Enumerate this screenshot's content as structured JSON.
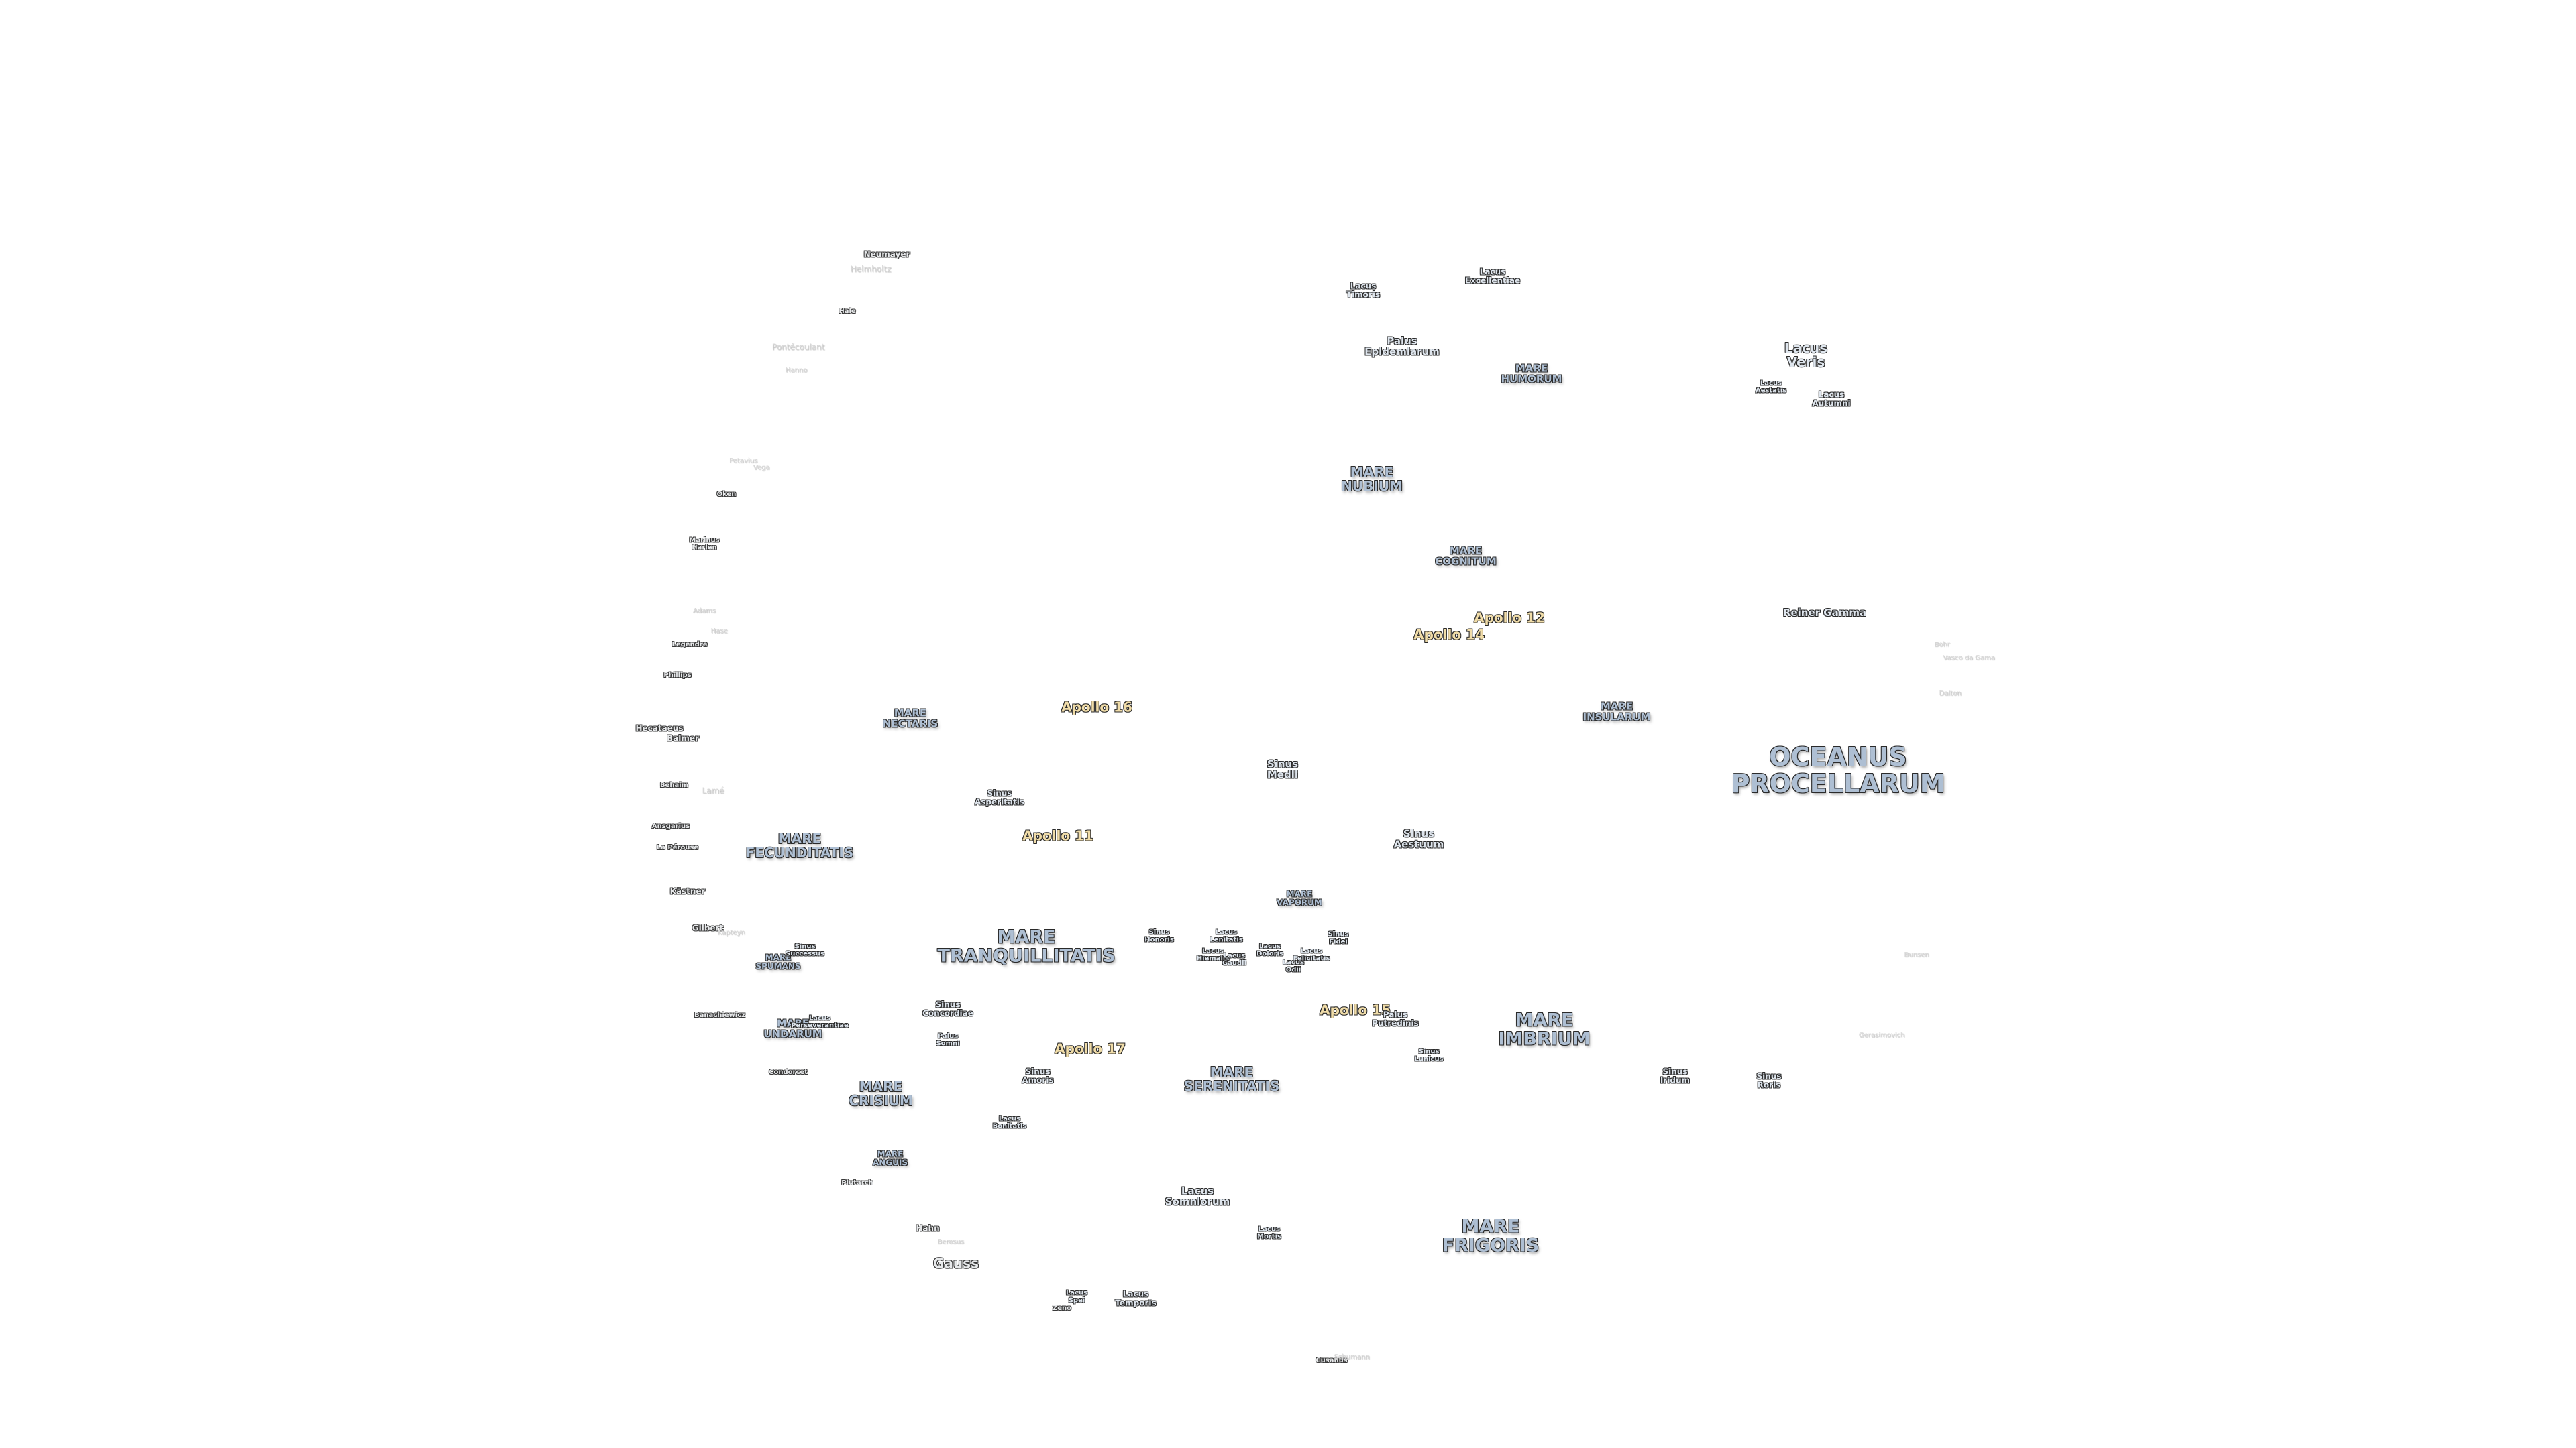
{
  "labels": [
    {
      "id": "oceanus-procellarum",
      "text": "OCEANUS\nPROCELLARUM",
      "kind": "mare",
      "size": "xl"
    },
    {
      "id": "mare-frigoris",
      "text": "MARE\nFRIGORIS",
      "kind": "mare",
      "size": "l"
    },
    {
      "id": "mare-imbrium",
      "text": "MARE\nIMBRIUM",
      "kind": "mare",
      "size": "l"
    },
    {
      "id": "mare-tranquillitatis",
      "text": "MARE\nTRANQUILLITATIS",
      "kind": "mare",
      "size": "l"
    },
    {
      "id": "mare-serenitatis",
      "text": "MARE\nSERENITATIS",
      "kind": "mare",
      "size": "m"
    },
    {
      "id": "mare-crisium",
      "text": "MARE\nCRISIUM",
      "kind": "mare",
      "size": "m"
    },
    {
      "id": "mare-fecunditatis",
      "text": "MARE\nFECUNDITATIS",
      "kind": "mare",
      "size": "m"
    },
    {
      "id": "mare-nubium",
      "text": "MARE\nNUBIUM",
      "kind": "mare",
      "size": "m"
    },
    {
      "id": "mare-humorum",
      "text": "MARE\nHUMORUM",
      "kind": "mare",
      "size": "s"
    },
    {
      "id": "mare-cognitum",
      "text": "MARE\nCOGNITUM",
      "kind": "mare",
      "size": "s"
    },
    {
      "id": "mare-insularum",
      "text": "MARE\nINSULARUM",
      "kind": "mare",
      "size": "s"
    },
    {
      "id": "mare-nectaris",
      "text": "MARE\nNECTARIS",
      "kind": "mare",
      "size": "s"
    },
    {
      "id": "mare-vaporum",
      "text": "MARE\nVAPORUM",
      "kind": "mare",
      "size": "xs"
    },
    {
      "id": "mare-spumans",
      "text": "MARE\nSPUMANS",
      "kind": "mare",
      "size": "xs"
    },
    {
      "id": "mare-undarum",
      "text": "MARE\nUNDARUM",
      "kind": "mare",
      "size": "s"
    },
    {
      "id": "mare-anguis",
      "text": "MARE\nANGUIS",
      "kind": "mare",
      "size": "xs"
    },
    {
      "id": "apollo-11",
      "text": "Apollo 11",
      "kind": "apollo",
      "size": "m"
    },
    {
      "id": "apollo-12",
      "text": "Apollo 12",
      "kind": "apollo",
      "size": "m"
    },
    {
      "id": "apollo-14",
      "text": "Apollo 14",
      "kind": "apollo",
      "size": "m"
    },
    {
      "id": "apollo-15",
      "text": "Apollo 15",
      "kind": "apollo",
      "size": "m"
    },
    {
      "id": "apollo-16",
      "text": "Apollo 16",
      "kind": "apollo",
      "size": "m"
    },
    {
      "id": "apollo-17",
      "text": "Apollo 17",
      "kind": "apollo",
      "size": "m"
    },
    {
      "id": "lacus-timoris",
      "text": "Lacus\nTimoris",
      "kind": "minor",
      "size": "xs"
    },
    {
      "id": "lacus-excellentiae",
      "text": "Lacus\nExcellentiae",
      "kind": "minor",
      "size": "xs"
    },
    {
      "id": "palus-epidemiarum",
      "text": "Palus\nEpidemiarum",
      "kind": "minor",
      "size": "s"
    },
    {
      "id": "lacus-veris",
      "text": "Lacus\nVeris",
      "kind": "minor",
      "size": "m"
    },
    {
      "id": "lacus-autumni",
      "text": "Lacus\nAutumni",
      "kind": "minor",
      "size": "xs"
    },
    {
      "id": "lacus-aestatis",
      "text": "Lacus\nAestatis",
      "kind": "minor",
      "size": "xxs"
    },
    {
      "id": "reiner-gamma",
      "text": "Reiner Gamma",
      "kind": "minor",
      "size": "s"
    },
    {
      "id": "sinus-medii",
      "text": "Sinus\nMedii",
      "kind": "minor",
      "size": "s"
    },
    {
      "id": "sinus-aestuum",
      "text": "Sinus\nAestuum",
      "kind": "minor",
      "size": "s"
    },
    {
      "id": "sinus-asperitatis",
      "text": "Sinus\nAsperitatis",
      "kind": "minor",
      "size": "xs"
    },
    {
      "id": "sinus-honoris",
      "text": "Sinus\nHonoris",
      "kind": "minor",
      "size": "xxs"
    },
    {
      "id": "lacus-lenitatis",
      "text": "Lacus\nLenitatis",
      "kind": "minor",
      "size": "xxs"
    },
    {
      "id": "lacus-hiemalis",
      "text": "Lacus\nHiemalis",
      "kind": "minor",
      "size": "xxs"
    },
    {
      "id": "lacus-doloris",
      "text": "Lacus\nDoloris",
      "kind": "minor",
      "size": "xxs"
    },
    {
      "id": "lacus-gaudii",
      "text": "Lacus\nGaudii",
      "kind": "minor",
      "size": "xxs"
    },
    {
      "id": "lacus-odii",
      "text": "Lacus\nOdii",
      "kind": "minor",
      "size": "xxs"
    },
    {
      "id": "lacus-felicitatis",
      "text": "Lacus\nFelicitatis",
      "kind": "minor",
      "size": "xxs"
    },
    {
      "id": "sinus-fidei",
      "text": "Sinus\nFidei",
      "kind": "minor",
      "size": "xxs"
    },
    {
      "id": "sinus-successus",
      "text": "Sinus\nSuccessus",
      "kind": "minor",
      "size": "xxs"
    },
    {
      "id": "sinus-concordiae",
      "text": "Sinus\nConcordiae",
      "kind": "minor",
      "size": "xs"
    },
    {
      "id": "lacus-perseverantiae",
      "text": "Lacus\nPerseverantiae",
      "kind": "minor",
      "size": "xxs"
    },
    {
      "id": "palus-somni",
      "text": "Palus\nSomni",
      "kind": "minor",
      "size": "xxs"
    },
    {
      "id": "sinus-amoris",
      "text": "Sinus\nAmoris",
      "kind": "minor",
      "size": "xs"
    },
    {
      "id": "lacus-bonitatis",
      "text": "Lacus\nBonitatis",
      "kind": "minor",
      "size": "xxs"
    },
    {
      "id": "sinus-lunicus",
      "text": "Sinus\nLunicus",
      "kind": "minor",
      "size": "xxs"
    },
    {
      "id": "palus-putredinis",
      "text": "Palus\nPutredinis",
      "kind": "minor",
      "size": "xs"
    },
    {
      "id": "sinus-iridum",
      "text": "Sinus\nIridum",
      "kind": "minor",
      "size": "xs"
    },
    {
      "id": "sinus-roris",
      "text": "Sinus\nRoris",
      "kind": "minor",
      "size": "xs"
    },
    {
      "id": "lacus-somniorum",
      "text": "Lacus\nSomniorum",
      "kind": "minor",
      "size": "s"
    },
    {
      "id": "lacus-mortis",
      "text": "Lacus\nMortis",
      "kind": "minor",
      "size": "xxs"
    },
    {
      "id": "lacus-temporis",
      "text": "Lacus\nTemporis",
      "kind": "minor",
      "size": "xs"
    },
    {
      "id": "lacus-spei",
      "text": "Lacus\nSpei",
      "kind": "minor",
      "size": "xxs"
    },
    {
      "id": "neumayer",
      "text": "Neumayer",
      "kind": "crater",
      "size": "xs"
    },
    {
      "id": "helmholtz",
      "text": "Helmholtz",
      "kind": "faint",
      "size": "xs"
    },
    {
      "id": "hale",
      "text": "Hale",
      "kind": "crater",
      "size": "xxs"
    },
    {
      "id": "pontecoulant",
      "text": "Pontécoulant",
      "kind": "faint",
      "size": "xs"
    },
    {
      "id": "hanno",
      "text": "Hanno",
      "kind": "faint",
      "size": "xxs"
    },
    {
      "id": "petavius",
      "text": "Petavius",
      "kind": "faint",
      "size": "xxs"
    },
    {
      "id": "vega",
      "text": "Vega",
      "kind": "faint",
      "size": "xxs"
    },
    {
      "id": "oken",
      "text": "Oken",
      "kind": "crater",
      "size": "xxs"
    },
    {
      "id": "marinus",
      "text": "Marinus\nHarlen",
      "kind": "crater",
      "size": "xxs"
    },
    {
      "id": "adams",
      "text": "Adams",
      "kind": "faint",
      "size": "xxs"
    },
    {
      "id": "hase",
      "text": "Hase",
      "kind": "faint",
      "size": "xxs"
    },
    {
      "id": "legendre",
      "text": "Legendre",
      "kind": "crater",
      "size": "xxs"
    },
    {
      "id": "phillips",
      "text": "Phillips",
      "kind": "crater",
      "size": "xxs"
    },
    {
      "id": "hecataeus",
      "text": "Hecataeus",
      "kind": "crater",
      "size": "xs"
    },
    {
      "id": "balmer",
      "text": "Balmer",
      "kind": "crater",
      "size": "xs"
    },
    {
      "id": "behaim",
      "text": "Behaim",
      "kind": "crater",
      "size": "xxs"
    },
    {
      "id": "lame",
      "text": "Lamé",
      "kind": "faint",
      "size": "xs"
    },
    {
      "id": "ansgarius",
      "text": "Ansgarius",
      "kind": "crater",
      "size": "xxs"
    },
    {
      "id": "la-perouse",
      "text": "La Pérouse",
      "kind": "crater",
      "size": "xxs"
    },
    {
      "id": "kastner",
      "text": "Kästner",
      "kind": "crater",
      "size": "xs"
    },
    {
      "id": "gilbert",
      "text": "Gilbert",
      "kind": "crater",
      "size": "xs"
    },
    {
      "id": "kapteyn",
      "text": "Kapteyn",
      "kind": "faint",
      "size": "xxs"
    },
    {
      "id": "banachiewicz",
      "text": "Banachiewicz",
      "kind": "crater",
      "size": "xxs"
    },
    {
      "id": "condorcet",
      "text": "Condorcet",
      "kind": "crater",
      "size": "xxs"
    },
    {
      "id": "plutarch",
      "text": "Plutarch",
      "kind": "crater",
      "size": "xxs"
    },
    {
      "id": "hahn",
      "text": "Hahn",
      "kind": "crater",
      "size": "xs"
    },
    {
      "id": "berosus",
      "text": "Berosus",
      "kind": "faint",
      "size": "xxs"
    },
    {
      "id": "gauss",
      "text": "Gauss",
      "kind": "crater",
      "size": "m"
    },
    {
      "id": "zeno",
      "text": "Zeno",
      "kind": "crater",
      "size": "xxs"
    },
    {
      "id": "cusanus",
      "text": "Cusanus",
      "kind": "crater",
      "size": "xxs"
    },
    {
      "id": "schumann",
      "text": "Schumann",
      "kind": "faint",
      "size": "xxs"
    },
    {
      "id": "bohr",
      "text": "Bohr",
      "kind": "faint",
      "size": "xxs"
    },
    {
      "id": "vasco-da-gama",
      "text": "Vasco da Gama",
      "kind": "faint",
      "size": "xxs"
    },
    {
      "id": "dalton",
      "text": "Dalton",
      "kind": "faint",
      "size": "xxs"
    },
    {
      "id": "bunsen",
      "text": "Bunsen",
      "kind": "faint",
      "size": "xxs"
    },
    {
      "id": "gerasimovich",
      "text": "Gerasimovich",
      "kind": "faint",
      "size": "xxs"
    }
  ]
}
